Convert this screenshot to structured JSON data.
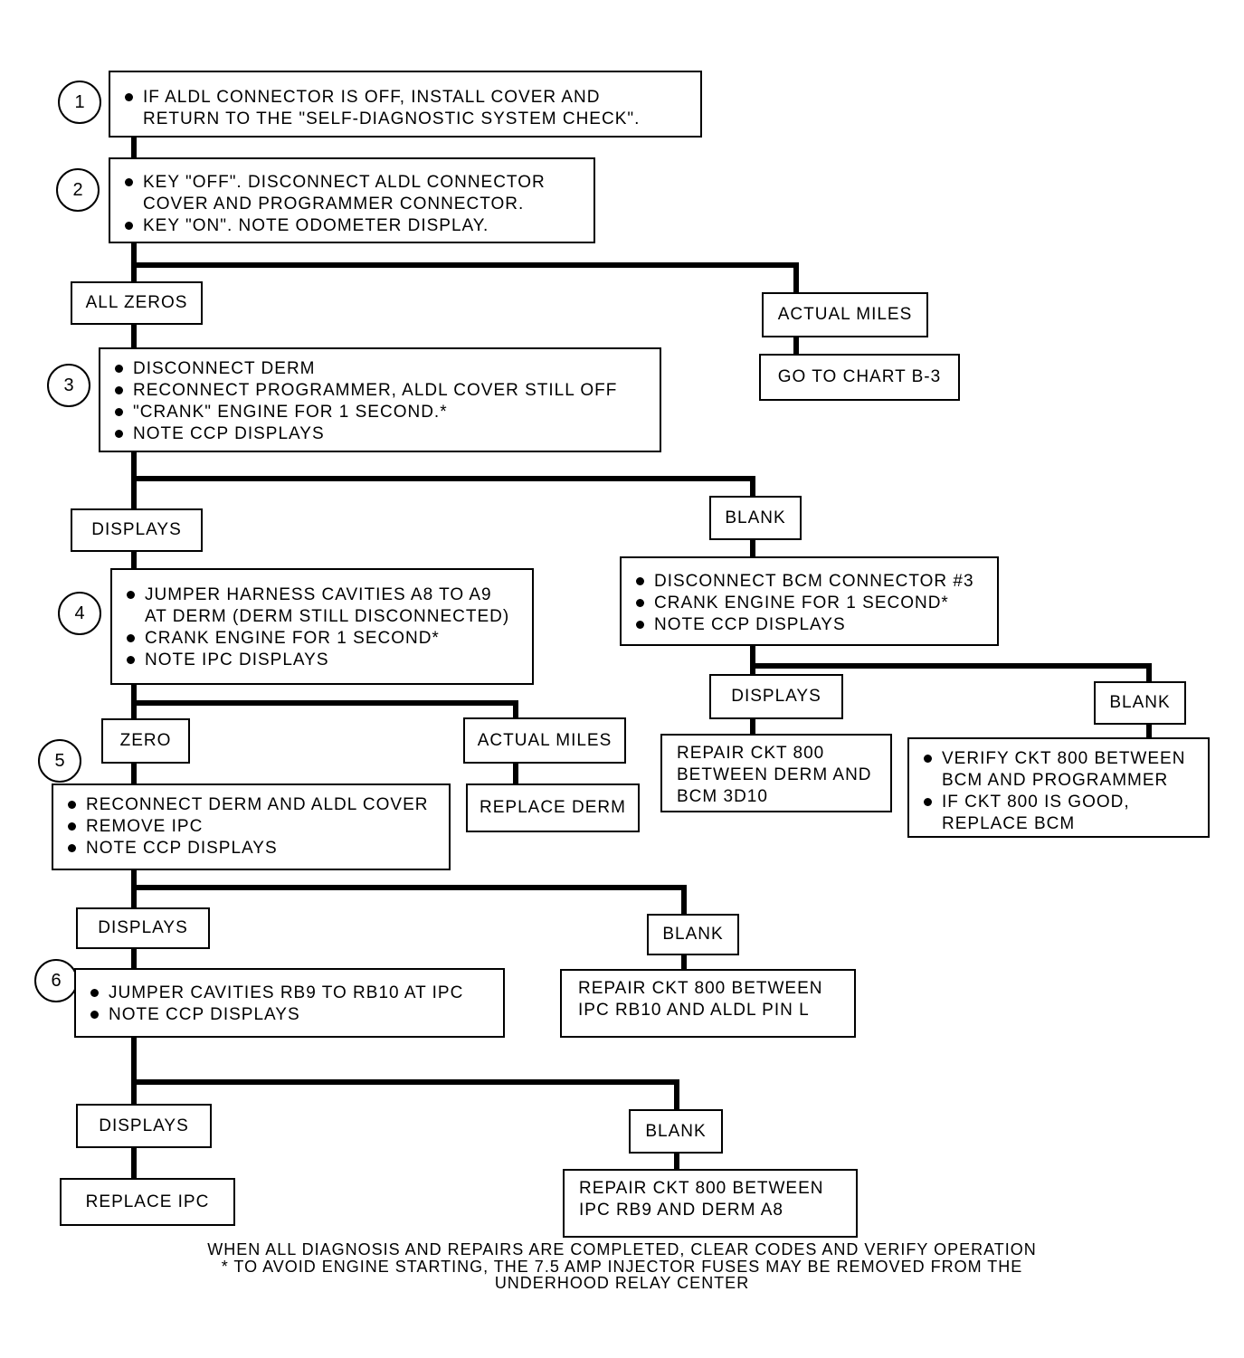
{
  "steps": {
    "s1": {
      "num": "1",
      "lines": [
        "IF ALDL CONNECTOR IS OFF, INSTALL COVER AND",
        "RETURN TO THE \"SELF-DIAGNOSTIC SYSTEM CHECK\"."
      ]
    },
    "s2": {
      "num": "2",
      "lines": [
        "KEY \"OFF\". DISCONNECT ALDL CONNECTOR",
        "COVER AND PROGRAMMER CONNECTOR.",
        "KEY \"ON\". NOTE ODOMETER DISPLAY."
      ]
    },
    "s3": {
      "num": "3",
      "lines": [
        "DISCONNECT DERM",
        "RECONNECT PROGRAMMER, ALDL COVER STILL OFF",
        "\"CRANK\" ENGINE FOR 1 SECOND.*",
        "NOTE CCP DISPLAYS"
      ]
    },
    "s4": {
      "num": "4",
      "lines": [
        "JUMPER HARNESS CAVITIES A8 TO A9",
        "AT DERM (DERM STILL DISCONNECTED)",
        "CRANK ENGINE FOR 1 SECOND*",
        "NOTE IPC DISPLAYS"
      ]
    },
    "s5": {
      "num": "5",
      "lines": [
        "RECONNECT DERM AND ALDL COVER",
        "REMOVE IPC",
        "NOTE CCP DISPLAYS"
      ]
    },
    "s6": {
      "num": "6",
      "lines": [
        "JUMPER CAVITIES RB9 TO RB10 AT IPC",
        "NOTE CCP DISPLAYS"
      ]
    }
  },
  "labels": {
    "all_zeros": "ALL ZEROS",
    "actual_miles_1": "ACTUAL MILES",
    "go_chart": "GO TO CHART B-3",
    "displays_3": "DISPLAYS",
    "blank_3": "BLANK",
    "zero_4": "ZERO",
    "actual_miles_4": "ACTUAL MILES",
    "replace_derm": "REPLACE DERM",
    "displays_bcm": "DISPLAYS",
    "blank_bcm": "BLANK",
    "displays_5": "DISPLAYS",
    "blank_5": "BLANK",
    "displays_6": "DISPLAYS",
    "blank_6": "BLANK",
    "replace_ipc": "REPLACE IPC"
  },
  "bcm_check": {
    "lines": [
      "DISCONNECT BCM CONNECTOR #3",
      "CRANK ENGINE FOR 1 SECOND*",
      "NOTE CCP DISPLAYS"
    ]
  },
  "repair_derm_bcm": {
    "lines": [
      "REPAIR CKT 800",
      "BETWEEN DERM AND",
      "BCM 3D10"
    ]
  },
  "verify_ckt": {
    "lines": [
      "VERIFY CKT 800 BETWEEN",
      "BCM AND PROGRAMMER",
      "IF CKT 800 IS GOOD,",
      "REPLACE BCM"
    ]
  },
  "repair_ipc_aldl": {
    "lines": [
      "REPAIR CKT 800 BETWEEN",
      "IPC RB10 AND ALDL PIN L"
    ]
  },
  "repair_ipc_derm": {
    "lines": [
      "REPAIR CKT 800 BETWEEN",
      "IPC RB9 AND DERM A8"
    ]
  },
  "footer": {
    "line1": "WHEN ALL DIAGNOSIS AND REPAIRS ARE COMPLETED, CLEAR CODES AND VERIFY OPERATION",
    "line2": "* TO AVOID ENGINE STARTING, THE 7.5 AMP INJECTOR FUSES MAY BE REMOVED FROM THE",
    "line3": "UNDERHOOD RELAY CENTER"
  }
}
